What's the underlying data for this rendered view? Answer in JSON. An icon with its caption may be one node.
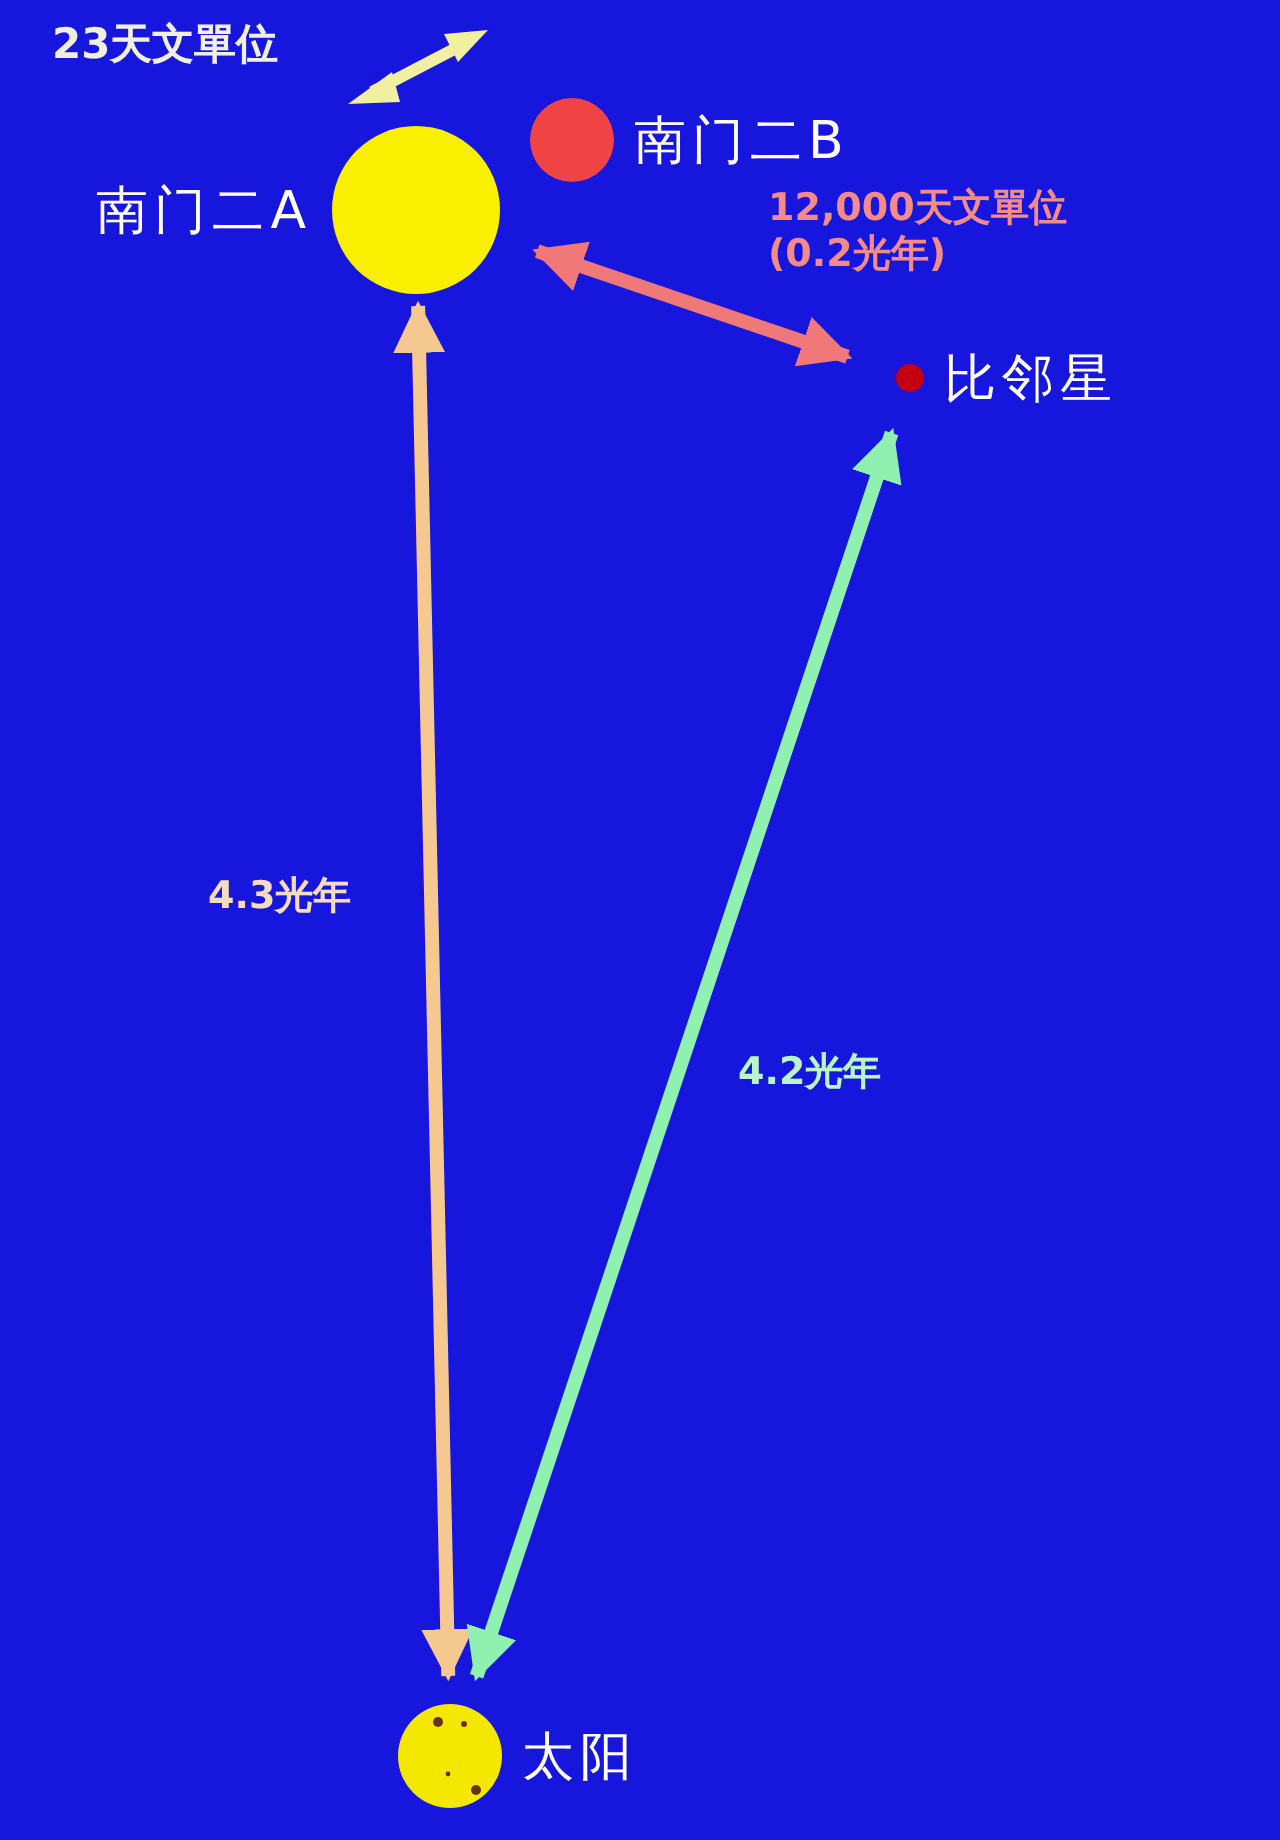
{
  "diagram": {
    "nodes": [
      {
        "text": [
          "南门二A"
        ]
      },
      {
        "text": [
          "南门二B"
        ]
      },
      {
        "text": [
          "比邻星"
        ]
      },
      {
        "text": [
          "太阳"
        ]
      }
    ],
    "edges": [
      {
        "from": 0,
        "to": 2,
        "arrow": "both",
        "label": "12,000天文單位 (0.2光年)",
        "color": "#f07878"
      },
      {
        "from": 0,
        "to": 3,
        "arrow": "both",
        "label": "4.3光年",
        "color": "#f5c890"
      },
      {
        "from": 2,
        "to": 3,
        "arrow": "both",
        "label": "4.2光年",
        "color": "#90f0b0"
      }
    ],
    "labels": [
      "23天文單位"
    ]
  }
}
